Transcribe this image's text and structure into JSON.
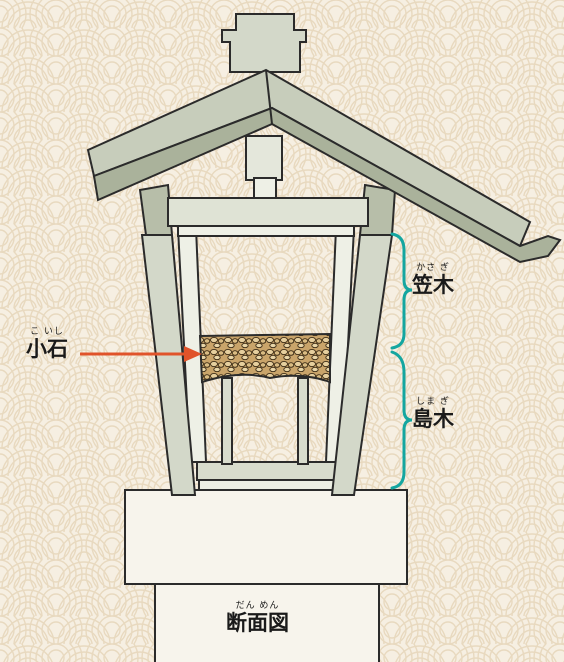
{
  "labels": {
    "kasagi": {
      "ruby": "かさ ぎ",
      "text": "笠木"
    },
    "shimagi": {
      "ruby": "しま ぎ",
      "text": "島木"
    },
    "koishi": {
      "ruby": "こ いし",
      "text": "小石"
    },
    "danmenzu": {
      "ruby": "だん めん",
      "text": "断面図"
    }
  },
  "colors": {
    "background": "#f6efe2",
    "wave": "#ecdfc9",
    "wood": "#d3d8c9",
    "wood_dark": "#b7bea9",
    "outline": "#2b2b2b",
    "bracket": "#14a6a0",
    "arrow": "#e0532a",
    "stone": "#b08b55"
  }
}
